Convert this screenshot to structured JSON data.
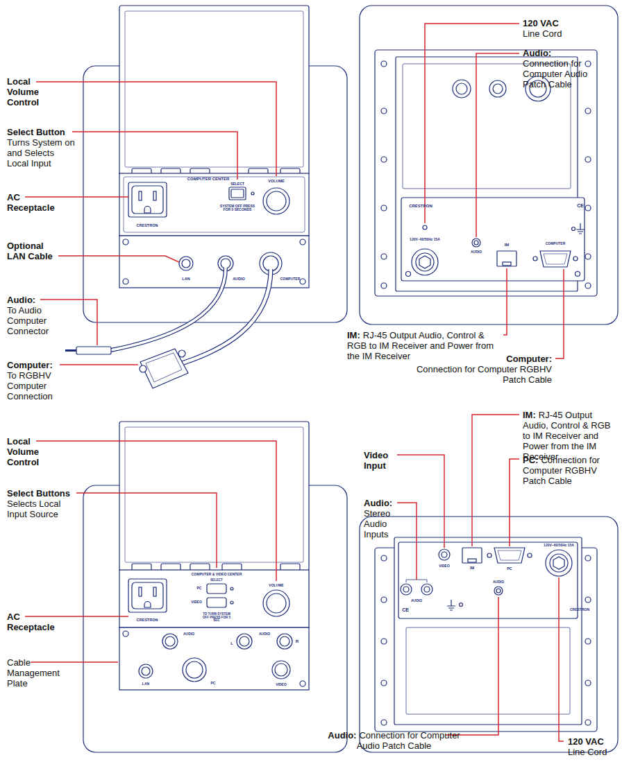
{
  "diagram": {
    "labels": [
      "Local Volume Control",
      "Select Button",
      "Turns System on and Selects Local Input",
      "AC Receptacle",
      "Optional LAN Cable",
      "Audio:",
      "To Audio Computer Connector",
      "Computer:",
      "To RGBHV Computer Connection",
      "120 VAC",
      "Line Cord",
      "Audio:",
      "Connection for Computer Audio Patch Cable",
      "IM:",
      "RJ-45 Output Audio, Control & RGB to IM Receiver and Power from the IM Receiver",
      "Computer:",
      "Connection for Computer RGBHV Patch Cable",
      "Local Volume Control",
      "Select Buttons",
      "Selects Local Input Source",
      "AC Receptacle",
      "Cable Management Plate",
      "Video Input",
      "Audio:",
      "Stereo Audio Inputs",
      "IM:",
      "RJ-45 Output Audio, Control & RGB to IM Receiver and Power from the IM Receiver",
      "PC:",
      "Connection for Computer RGBHV Patch Cable",
      "Audio:",
      "Connection for Computer Audio Patch Cable",
      "120 VAC",
      "Line Cord",
      "COMPUTER CENTER",
      "SELECT",
      "SYSTEM OFF PRESS FOR 5 SECONDS",
      "VOLUME",
      "CRESTRON",
      "LAN",
      "AUDIO",
      "COMPUTER",
      "CRESTRON",
      "CE",
      "120V~60/50Hz 15A",
      "AUDIO",
      "IM",
      "COMPUTER",
      "COMPUTER & VIDEO CENTER",
      "SELECT",
      "PC",
      "VIDEO",
      "TO TURN SYSTEM OFF PRESS FOR 5 SEC",
      "VOLUME",
      "CRESTRON",
      "AUDIO",
      "L",
      "AUDIO",
      "R",
      "LAN",
      "PC",
      "VIDEO",
      "VIDEO",
      "IM",
      "PC",
      "120V~60/50Hz 15A",
      "AUDIO",
      "AUDIO",
      "CE",
      "CRESTRON"
    ]
  }
}
